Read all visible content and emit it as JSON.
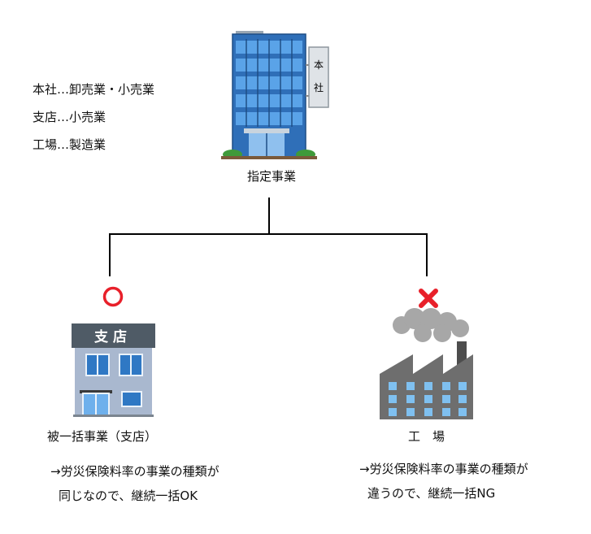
{
  "info_lines": [
    "本社…卸売業・小売業",
    "支店…小売業",
    "工場…製造業"
  ],
  "hq": {
    "sign": [
      "本",
      "社"
    ],
    "label": "指定事業"
  },
  "branch": {
    "sign": "支店",
    "mark": "circle",
    "label": "被一括事業（支店）",
    "note": [
      "→労災保険料率の事業の種類が",
      "同じなので、継続一括OK"
    ]
  },
  "factory": {
    "mark": "cross",
    "label": "工　場",
    "note": [
      "→労災保険料率の事業の種類が",
      "違うので、継続一括NG"
    ]
  },
  "colors": {
    "ok_mark": "#e8202a",
    "ng_mark": "#e8202a",
    "building_blue": "#3e86d6",
    "factory_gray": "#6e6e6e",
    "connector": "#000000"
  }
}
